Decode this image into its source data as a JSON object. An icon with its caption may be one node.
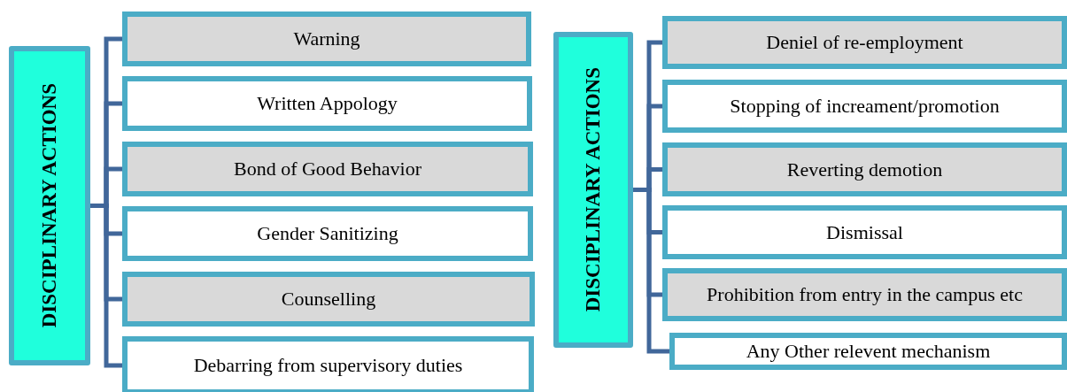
{
  "diagram": {
    "nodes": [
      {
        "text": [
          "DISCIPLINARY ACTIONS"
        ]
      },
      {
        "text": [
          "Warning"
        ]
      },
      {
        "text": [
          "Written Appology"
        ]
      },
      {
        "text": [
          "Bond of Good Behavior"
        ]
      },
      {
        "text": [
          "Gender Sanitizing"
        ]
      },
      {
        "text": [
          "Counselling"
        ]
      },
      {
        "text": [
          "Debarring from supervisory duties"
        ]
      },
      {
        "text": [
          "DISCIPLINARY ACTIONS"
        ]
      },
      {
        "text": [
          "Deniel of re-employment"
        ]
      },
      {
        "text": [
          "Stopping of increament/promotion"
        ]
      },
      {
        "text": [
          "Reverting demotion"
        ]
      },
      {
        "text": [
          "Dismissal"
        ]
      },
      {
        "text": [
          "Prohibition from entry in the campus etc"
        ]
      },
      {
        "text": [
          "Any Other relevent mechanism"
        ]
      }
    ],
    "edges": [
      {
        "from": 0,
        "to": 1,
        "arrow": "none"
      },
      {
        "from": 0,
        "to": 2,
        "arrow": "none"
      },
      {
        "from": 0,
        "to": 3,
        "arrow": "none"
      },
      {
        "from": 0,
        "to": 4,
        "arrow": "none"
      },
      {
        "from": 0,
        "to": 5,
        "arrow": "none"
      },
      {
        "from": 0,
        "to": 6,
        "arrow": "none"
      },
      {
        "from": 7,
        "to": 8,
        "arrow": "none"
      },
      {
        "from": 7,
        "to": 9,
        "arrow": "none"
      },
      {
        "from": 7,
        "to": 10,
        "arrow": "none"
      },
      {
        "from": 7,
        "to": 11,
        "arrow": "none"
      },
      {
        "from": 7,
        "to": 12,
        "arrow": "none"
      },
      {
        "from": 7,
        "to": 13,
        "arrow": "none"
      }
    ]
  }
}
